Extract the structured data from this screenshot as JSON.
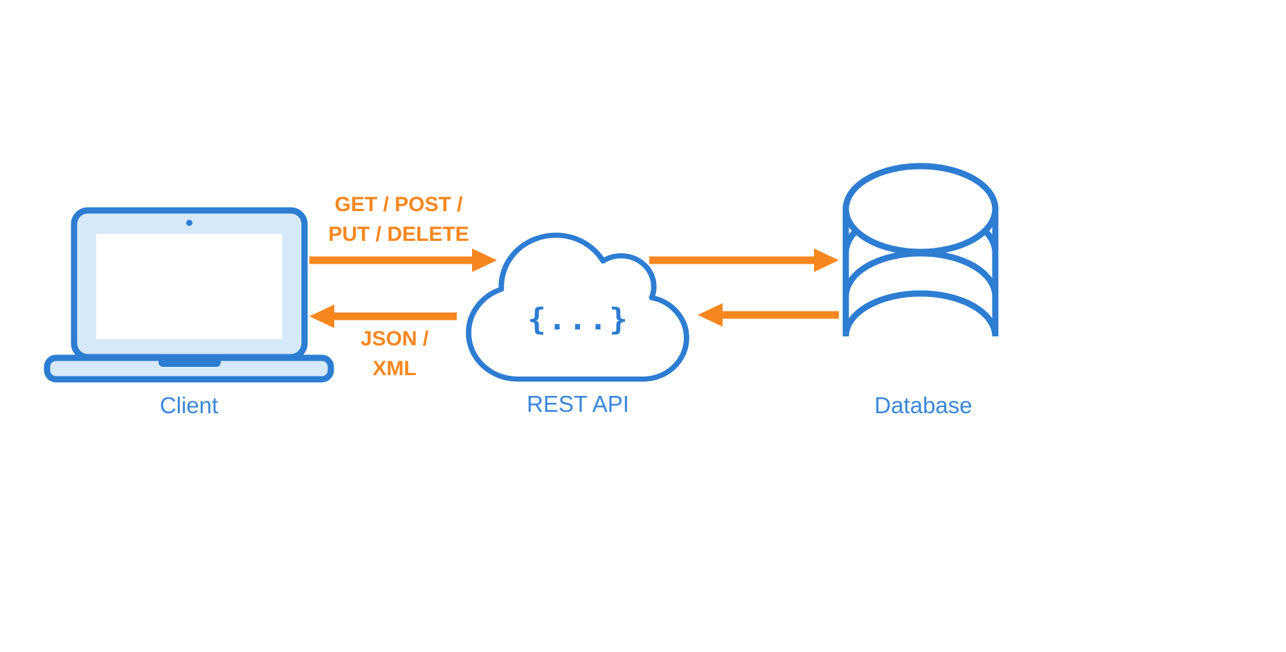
{
  "colors": {
    "primary_blue": "#2D7DD2",
    "light_blue_fill": "#D6E9F9",
    "label_blue": "#3A86D9",
    "arrow_orange": "#F6871F",
    "background": "#FFFFFF"
  },
  "nodes": {
    "client": {
      "label": "Client",
      "icon": "laptop-icon"
    },
    "rest_api": {
      "label": "REST API",
      "icon": "cloud-icon",
      "code_glyph": "{...}"
    },
    "database": {
      "label": "Database",
      "icon": "database-icon"
    }
  },
  "edges": {
    "request": {
      "line1": "GET / POST /",
      "line2": "PUT / DELETE",
      "from": "client",
      "to": "rest_api",
      "direction": "right"
    },
    "response": {
      "line1": "JSON /",
      "line2": "XML",
      "from": "rest_api",
      "to": "client",
      "direction": "left"
    },
    "api_to_db": {
      "from": "rest_api",
      "to": "database",
      "direction": "right"
    },
    "db_to_api": {
      "from": "database",
      "to": "rest_api",
      "direction": "left"
    }
  }
}
